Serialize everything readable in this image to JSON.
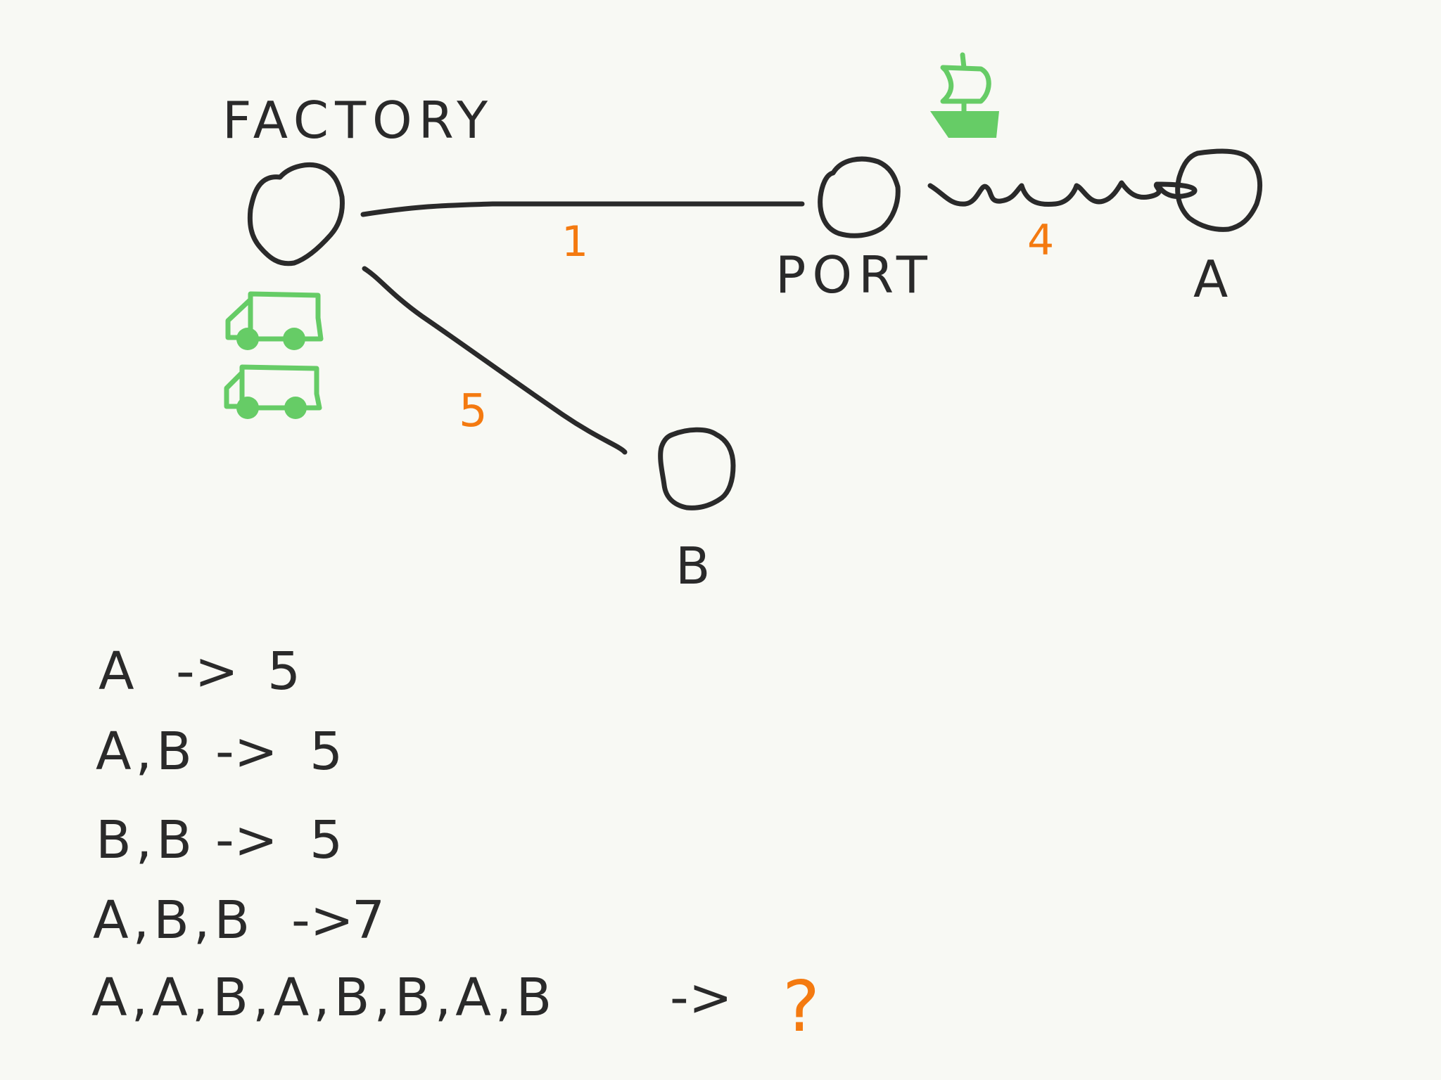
{
  "nodes": {
    "factory": {
      "label": "FACTORY"
    },
    "port": {
      "label": "PORT"
    },
    "a": {
      "label": "A"
    },
    "b": {
      "label": "B"
    }
  },
  "edges": {
    "factory_port": {
      "cost": "1",
      "mode": "truck-road"
    },
    "factory_b": {
      "cost": "5",
      "mode": "truck-road"
    },
    "port_a": {
      "cost": "4",
      "mode": "ship-sea"
    }
  },
  "icons": {
    "trucks": [
      "truck-icon",
      "truck-icon"
    ],
    "ship": "ship-icon"
  },
  "examples": [
    {
      "input": "A",
      "arrow": "->",
      "result": "5"
    },
    {
      "input": "A,B",
      "arrow": "->",
      "result": "5"
    },
    {
      "input": "B,B",
      "arrow": "->",
      "result": "5"
    },
    {
      "input": "A,B,B",
      "arrow": "->",
      "result": "7"
    },
    {
      "input": "A,A,B,A,B,B,A,B",
      "arrow": "->",
      "result": "?"
    }
  ],
  "colors": {
    "ink": "#2a2a2a",
    "cost": "#f47a10",
    "vehicle": "#66cc66",
    "paper": "#f8f9f4"
  }
}
